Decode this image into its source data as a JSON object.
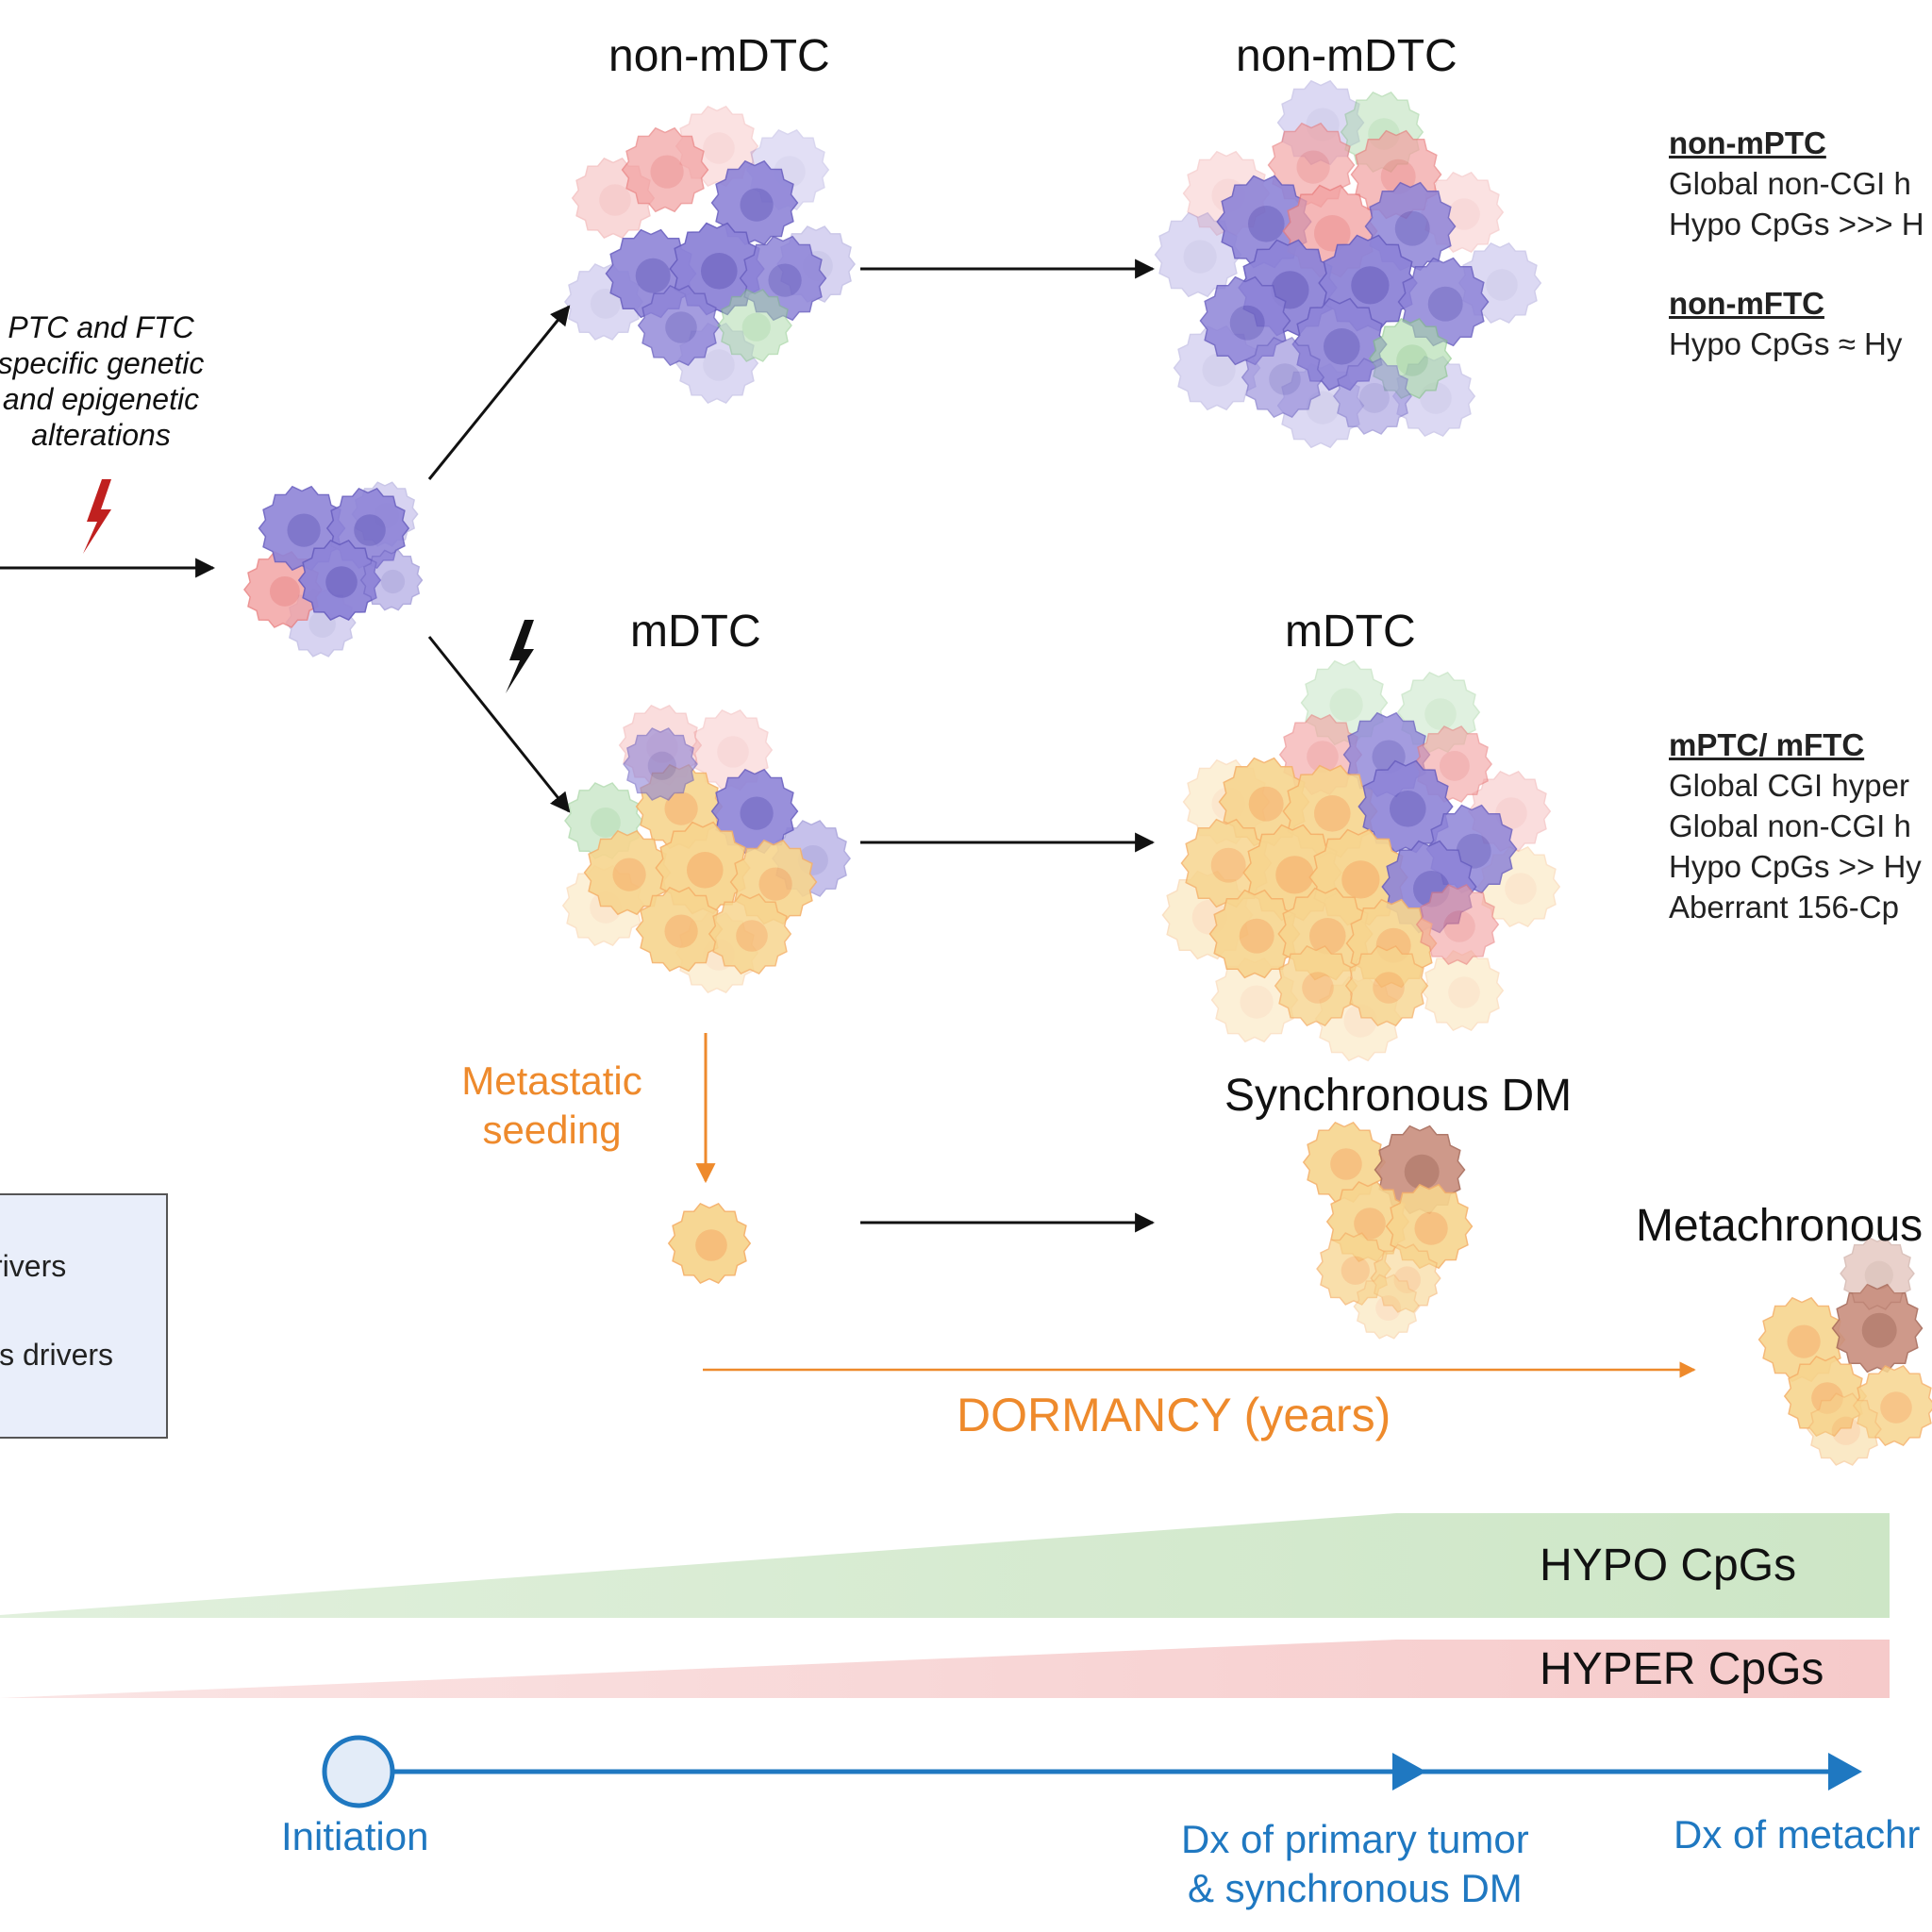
{
  "stages": {
    "top_early": "non-mDTC",
    "top_late": "non-mDTC",
    "mid_early": "mDTC",
    "mid_late": "mDTC",
    "sync_dm": "Synchronous DM",
    "metachronous": "Metachronous"
  },
  "alterations": [
    "PTC and FTC",
    "specific genetic",
    "and epigenetic",
    "alterations"
  ],
  "seeding": [
    "Metastatic",
    "seeding"
  ],
  "dormancy": "DORMANCY (years)",
  "summaries": {
    "non_mptc": {
      "heading": "non-mPTC",
      "lines": [
        "Global non-CGI h",
        "Hypo CpGs >>> H"
      ]
    },
    "non_mftc": {
      "heading": "non-mFTC",
      "lines": [
        "Hypo CpGs ≈ Hy"
      ]
    },
    "mptc_mftc": {
      "heading": "mPTC/ mFTC",
      "lines": [
        "Global CGI hyper",
        "Global non-CGI h",
        "Hypo CpGs >> Hy",
        "Aberrant 156-Cp"
      ]
    }
  },
  "legend": {
    "items": [
      "rivers",
      "is drivers"
    ]
  },
  "gradients": {
    "hypo": {
      "label": "HYPO CpGs",
      "color": "#cde6c6"
    },
    "hyper": {
      "label": "HYPER CpGs",
      "color": "#f6caca"
    }
  },
  "timeline": {
    "initiation": "Initiation",
    "dx_primary": [
      "Dx of primary tumor",
      "& synchronous DM"
    ],
    "dx_metachronous": "Dx of metachr",
    "color": "#1f78c1"
  },
  "colors": {
    "purple": "#8e84d8",
    "red": "#f2a0a0",
    "green": "#a9d9a7",
    "yellow": "#f7d58f",
    "orange_core": "#f5b26b",
    "brown": "#c98f7e",
    "bolt_red": "#c0201f",
    "arrow_orange": "#ee8a2c"
  }
}
